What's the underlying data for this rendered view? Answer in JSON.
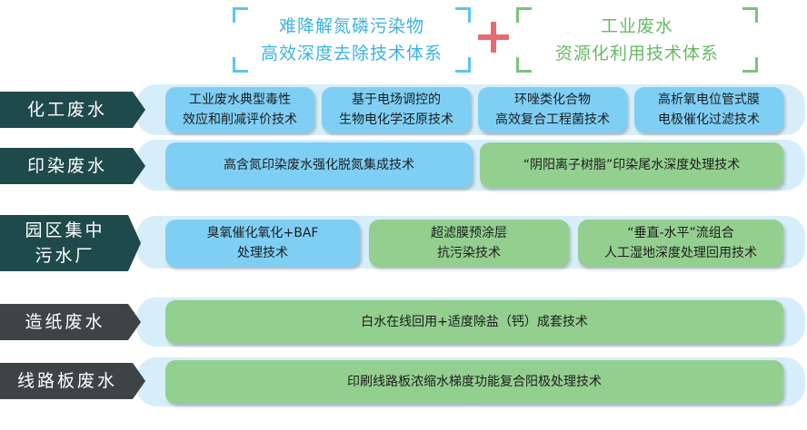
{
  "header": {
    "left": "难降解氮磷污染物\n高效深度去除技术体系",
    "right": "工业废水\n资源化利用技术体系"
  },
  "rows": [
    {
      "label": "化工废水",
      "boxes": [
        "工业废水典型毒性\n效应和削减评价技术",
        "基于电场调控的\n生物电化学还原技术",
        "环唑类化合物\n高效复合工程菌技术",
        "高析氧电位管式膜\n电极催化过滤技术"
      ]
    },
    {
      "label": "印染废水",
      "boxes": [
        "高含氮印染废水强化脱氮集成技术",
        "“阴阳离子树脂”印染尾水深度处理技术"
      ]
    },
    {
      "label": "园区集中\n污水厂",
      "boxes": [
        "臭氧催化氧化+BAF\n处理技术",
        "超滤膜预涂层\n抗污染技术",
        "“垂直-水平”流组合\n人工湿地深度处理回用技术"
      ]
    },
    {
      "label": "造纸废水",
      "boxes": [
        "白水在线回用+适度除盐（钙）成套技术"
      ]
    },
    {
      "label": "线路板废水",
      "boxes": [
        "印刷线路板浓缩水梯度功能复合阳极处理技术"
      ]
    }
  ],
  "colors": {
    "blue_system": "#7fcff5",
    "green_system": "#93cf8f",
    "band": "#d6eef9",
    "label_teal": "#1f4a4b",
    "label_gray": "#3e4446",
    "plus": "#e66a6e"
  }
}
